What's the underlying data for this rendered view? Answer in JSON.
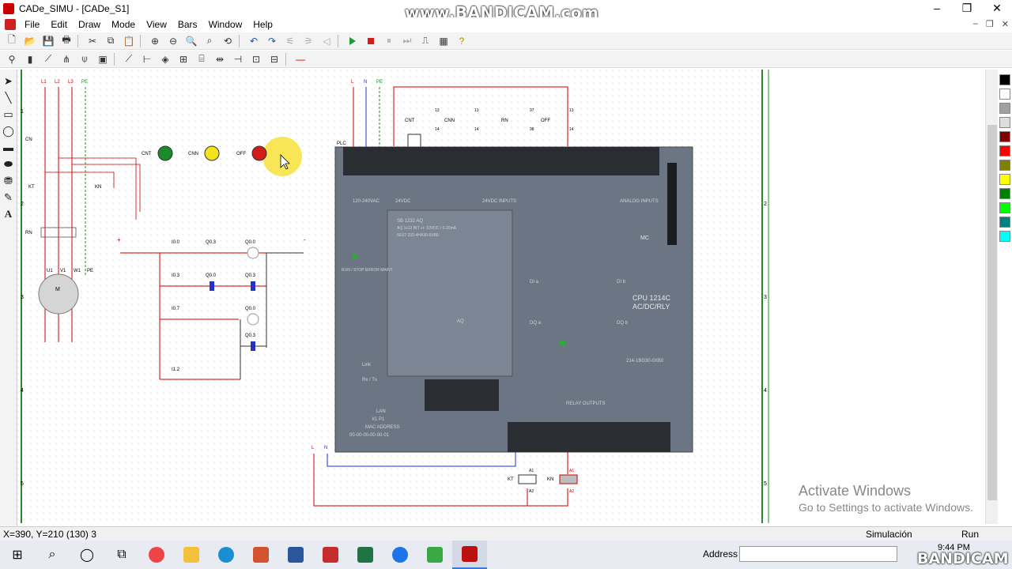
{
  "window": {
    "title": "CADe_SIMU - [CADe_S1]",
    "recorder_watermark": "www.BANDICAM.com",
    "controls": [
      "–",
      "❐",
      "✕"
    ]
  },
  "menu": {
    "items": [
      "File",
      "Edit",
      "Draw",
      "Mode",
      "View",
      "Bars",
      "Window",
      "Help"
    ],
    "mdi_controls": [
      "–",
      "❐",
      "✕"
    ]
  },
  "toolbar1": {
    "buttons": [
      "new-icon",
      "open-icon",
      "save-icon",
      "print-icon",
      "cut-icon",
      "copy-icon",
      "paste-icon",
      "zoom-in-icon",
      "zoom-out-icon",
      "zoom-window-icon",
      "zoom-fit-icon",
      "refresh-icon",
      "undo-icon",
      "redo-icon",
      "simulate-step-icon",
      "simulate-pause-icon",
      "play-icon",
      "stop-icon",
      "pause-icon",
      "step-icon",
      "component-icon",
      "plc-icon",
      "help-icon"
    ],
    "play_color": "#1a9c2e",
    "stop_color": "#d21b1b"
  },
  "toolbar2": {
    "buttons": [
      "contact-no-icon",
      "contact-nc-icon",
      "switch-icon",
      "motor-icon",
      "coil-icon",
      "relay-icon",
      "timer-icon",
      "pushbutton-icon",
      "lamp-icon",
      "fuse-icon",
      "terminal-icon",
      "wire-icon"
    ]
  },
  "left_tools": [
    "select-arrow-icon",
    "line-icon",
    "rectangle-icon",
    "ellipse-icon",
    "filled-rect-icon",
    "filled-ellipse-icon",
    "fill-bucket-icon",
    "pen-icon",
    "text-icon"
  ],
  "diagram": {
    "power_labels": [
      "L1",
      "L2",
      "L3",
      "PE"
    ],
    "power_devices": [
      "CN",
      "KT",
      "KN",
      "RN"
    ],
    "motor_terminals": [
      "U1",
      "V1",
      "W1",
      "PE"
    ],
    "motor_label": "M",
    "pilot_lights": [
      {
        "label": "CNT",
        "color": "#1a8a2a"
      },
      {
        "label": "CNN",
        "color": "#f2e31b"
      },
      {
        "label": "OFF",
        "color": "#d21b1b"
      }
    ],
    "ladder": {
      "rails": [
        "+",
        "-"
      ],
      "rungs": [
        {
          "in": "I0.0",
          "nc": "Q0.3",
          "out": "Q0.0"
        },
        {
          "in": "I0.3",
          "nc": "Q0.0",
          "out": "Q0.3"
        },
        {
          "in": "I0.7",
          "nc": "",
          "out": "Q0.0"
        },
        {
          "in": "I1.2",
          "nc": "",
          "out": "Q0.3"
        }
      ]
    },
    "plc_supply": [
      "L",
      "N",
      "PE"
    ],
    "plc_label": "PLC",
    "input_buttons": [
      "CNT",
      "CNN",
      "RN",
      "OFF"
    ],
    "input_numbers": [
      "13",
      "14",
      "13",
      "14",
      "97",
      "98",
      "13",
      "14"
    ],
    "plc": {
      "cpu": "CPU 1214C",
      "variant": "AC/DC/RLY",
      "signal_board": "SB 1232 AQ",
      "sb_spec": "AQ 1x12 BIT +/- 10VDC / 0-20mA",
      "sb_order": "6ES7 232-4HA30-0XB0",
      "order_no": "214-1BG30-0XB0",
      "top_labels": [
        "120-240VAC",
        "24VDC",
        "24VDC INPUTS",
        "ANALOG INPUTS"
      ],
      "di_a": "DI a",
      "di_b": "DI b",
      "dq_a": "DQ a",
      "dq_b": "DQ b",
      "side_text": "RUN / STOP ERROR MAINT",
      "link": "Link",
      "rxtx": "Rx / Tx",
      "lan": "LAN",
      "x1": "X1 P1",
      "mac_title": "MAC ADDRESS",
      "mac": "00-00-00-00-00-01",
      "relay_outputs": "RELAY OUTPUTS",
      "aq": "AQ",
      "mc": "MC"
    },
    "output_coils": [
      {
        "label": "KT",
        "active": false
      },
      {
        "label": "KN",
        "active": true
      }
    ],
    "coil_terminals": [
      "A1",
      "A2"
    ],
    "margin_numbers": [
      "1",
      "2",
      "3",
      "4",
      "5"
    ],
    "supply_out": [
      "L",
      "N"
    ]
  },
  "palette_colors": [
    "#000000",
    "#ffffff",
    "#a0a0a0",
    "#dddddd",
    "#800000",
    "#ff0000",
    "#808000",
    "#ffff00",
    "#008000",
    "#00ff00",
    "#008080",
    "#00ffff"
  ],
  "activation": {
    "title": "Activate Windows",
    "subtitle": "Go to Settings to activate Windows."
  },
  "status": {
    "coords": "X=390, Y=210 (130) 3",
    "mode": "Simulación",
    "state": "Run"
  },
  "taskbar": {
    "apps": [
      "windows-start-icon",
      "search-icon",
      "cortana-icon",
      "task-view-icon",
      "chrome-icon",
      "file-explorer-icon",
      "edge-icon",
      "powerpoint-icon",
      "word-icon",
      "autocad-icon",
      "excel-icon",
      "zalo-icon",
      "camtasia-icon",
      "cadesimu-icon"
    ],
    "address_label": "Address",
    "address_value": "",
    "time": "9:44 PM",
    "recorder_watermark": "BANDICAM"
  }
}
